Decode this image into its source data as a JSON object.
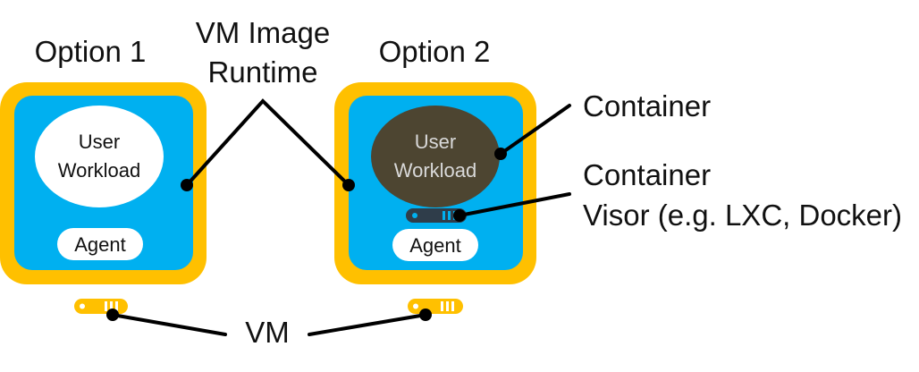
{
  "labels": {
    "option1": "Option 1",
    "option2": "Option 2",
    "vm_image_runtime_line1": "VM Image",
    "vm_image_runtime_line2": "Runtime",
    "container": "Container",
    "container_visor_line1": "Container",
    "container_visor_line2": "Visor (e.g. LXC, Docker)",
    "vm": "VM"
  },
  "option1": {
    "workload_line1": "User",
    "workload_line2": "Workload",
    "agent": "Agent"
  },
  "option2": {
    "workload_line1": "User",
    "workload_line2": "Workload",
    "agent": "Agent"
  },
  "colors": {
    "vm_frame": "#FFC000",
    "runtime_fill": "#00B0F0",
    "container_fill": "#4D4531",
    "workload_white": "#FFFFFF",
    "visor_bar": "#2F3D4A",
    "connector": "#000000"
  }
}
